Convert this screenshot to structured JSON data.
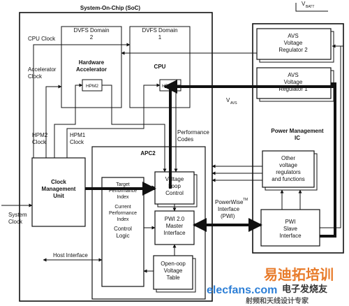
{
  "vbatt": "V",
  "vbatt_sub": "BATT",
  "soc": {
    "title": "System-On-Chip (SoC)"
  },
  "dvfs2": {
    "line1": "DVFS Domain",
    "line2": "2"
  },
  "dvfs1": {
    "line1": "DVFS Domain",
    "line2": "1"
  },
  "hw_accel": {
    "line1": "Hardware",
    "line2": "Accelerator",
    "hpm": "HPM2"
  },
  "cpu": {
    "label": "CPU",
    "hpm": "HPM1"
  },
  "labels": {
    "cpu_clock": "CPU Clock",
    "accel_clock_1": "Accelerator",
    "accel_clock_2": "Clock",
    "hpm2_clock_1": "HPM2",
    "hpm2_clock_2": "Clock",
    "hpm1_clock_1": "HPM1",
    "hpm1_clock_2": "Clock",
    "perf_codes_1": "Performance",
    "perf_codes_2": "Codes",
    "system_clock_1": "System",
    "system_clock_2": "Clock",
    "host_interface": "Host Interface",
    "vavs": "V",
    "vavs_sub": "AVS",
    "pwi_1": "PowerWise",
    "pwi_tm": "TM",
    "pwi_2": "Interface",
    "pwi_3": "(PWI)"
  },
  "avs2": {
    "line1": "AVS",
    "line2": "Voltage",
    "line3": "Regulator 2"
  },
  "avs1": {
    "line1": "AVS",
    "line2": "Voltage",
    "line3": "Regulator 1"
  },
  "pmic": {
    "line1": "Power Management",
    "line2": "IC"
  },
  "other_reg": {
    "line1": "Other",
    "line2": "voltage",
    "line3": "regulators",
    "line4": "and functions"
  },
  "pwi_slave": {
    "line1": "PWI",
    "line2": "Slave",
    "line3": "Interface"
  },
  "apc2": {
    "title": "APC2"
  },
  "cmu": {
    "line1": "Clock",
    "line2": "Management",
    "line3": "Unit"
  },
  "control_logic": {
    "line1": "Target",
    "line2": "Performance",
    "line3": "Index",
    "line4": "Current",
    "line5": "Performance",
    "line6": "Index",
    "line7": "Control",
    "line8": "Logic"
  },
  "vlc": {
    "line1": "Voltage",
    "line2": "Loop",
    "line3": "Control"
  },
  "pwi_master": {
    "line1": "PWI 2.0",
    "line2": "Master",
    "line3": "Interface"
  },
  "open_loop": {
    "line1": "Open-oop",
    "line2": "Voltage",
    "line3": "Table"
  },
  "watermark": {
    "cn1": "易迪拓培训",
    "en": "elecfans.com",
    "cn2": "电子发烧友",
    "cn3": "射频和天线设计专家"
  }
}
